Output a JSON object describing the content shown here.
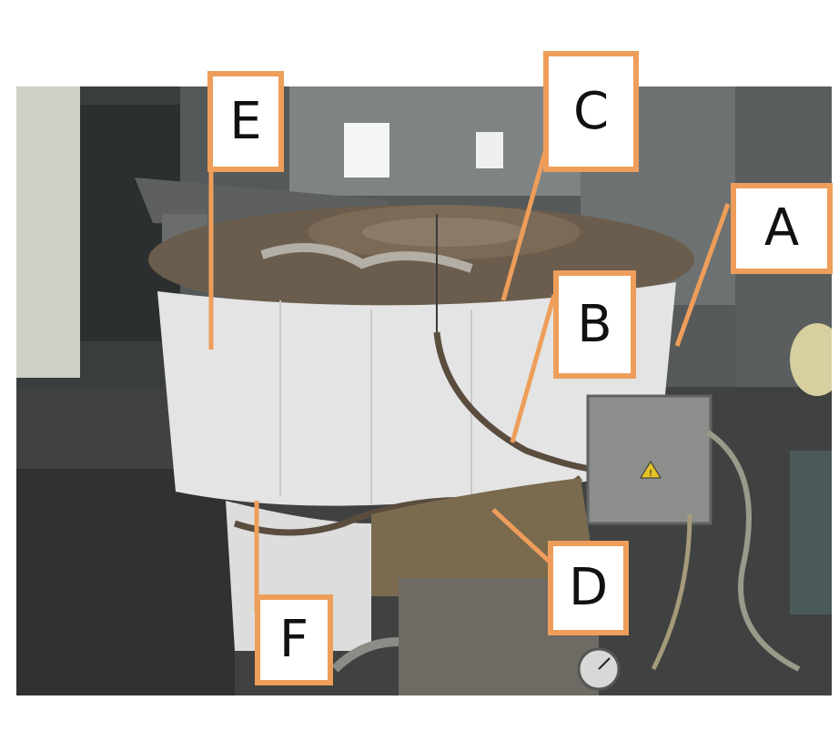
{
  "figure": {
    "callouts": {
      "a": "A",
      "b": "B",
      "c": "C",
      "d": "D",
      "e": "E",
      "f": "F"
    }
  },
  "colors": {
    "callout_border": "#ee9e5a",
    "leader_line": "#ee9e5a",
    "insulation_wrap": "#e3e4e3",
    "floor_dark": "#3f4240"
  },
  "icons": {
    "hazard": "warning-triangle-icon",
    "gauge": "pressure-gauge-icon"
  }
}
